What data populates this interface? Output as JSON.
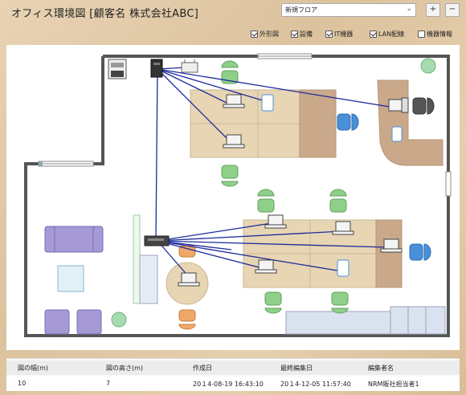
{
  "header": {
    "title": "オフィス環境図 [顧客名 株式会社ABC]",
    "floor_select_value": "新規フロア",
    "zoom_in_label": "+",
    "zoom_out_label": "−"
  },
  "toggles": [
    {
      "label": "外形図",
      "checked": true
    },
    {
      "label": "設備",
      "checked": true
    },
    {
      "label": "IT機器",
      "checked": true
    },
    {
      "label": "LAN配線",
      "checked": true
    },
    {
      "label": "機器情報",
      "checked": false
    }
  ],
  "info_table": {
    "headers": [
      "図の幅(m)",
      "図の高さ(m)",
      "作成日",
      "最終編集日",
      "編集者名"
    ],
    "values": [
      "10",
      "7",
      "20１4-08-19 16:43:10",
      "20１4-12-05 11:57:40",
      "NRM販社担当者1"
    ]
  },
  "colors": {
    "wall": "#555555",
    "lan_cable": "#1c2a9c",
    "desk": "#e8d5b3",
    "desk_dark": "#c9a98a",
    "chair_green": "#8fcf8a",
    "chair_blue": "#4a90d9",
    "chair_orange": "#f0a868",
    "sofa_purple": "#9b8ed0",
    "cabinet": "#dbe2ef"
  }
}
